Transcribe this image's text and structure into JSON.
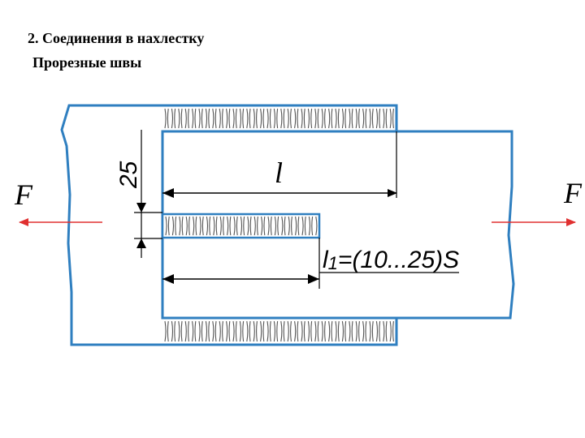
{
  "slide": {
    "title": "2. Соединения в нахлестку",
    "subtitle": "Прорезные швы"
  },
  "diagram": {
    "force_left": "F",
    "force_right": "F",
    "dim_vertical": "25",
    "dim_length": "l",
    "dim_slot_main": "l",
    "dim_slot_sub": "1",
    "dim_slot_rest": "=(10...25)S",
    "colors": {
      "plate_stroke": "#2f7fc0",
      "force_arrow": "#e03030",
      "dimension": "#000000",
      "weld": "#555555"
    }
  }
}
